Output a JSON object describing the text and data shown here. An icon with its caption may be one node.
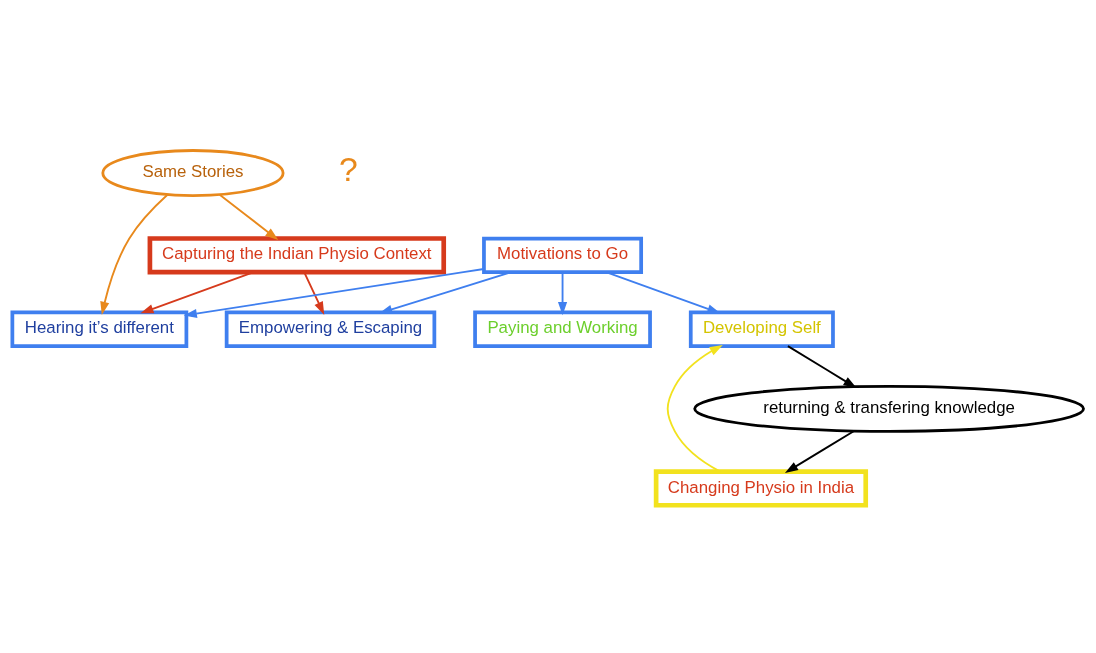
{
  "diagram": {
    "nodes": [
      {
        "text": [
          "Capturing the Indian Physio Context"
        ]
      },
      {
        "text": [
          "Same Stories"
        ]
      },
      {
        "text": [
          "Hearing it’s different"
        ]
      },
      {
        "text": [
          "Paying and Working"
        ]
      },
      {
        "text": [
          "Motivations to Go"
        ]
      },
      {
        "text": [
          "Empowering & Escaping"
        ]
      },
      {
        "text": [
          "Developing Self"
        ]
      },
      {
        "text": [
          "Changing Physio in India"
        ]
      },
      {
        "text": [
          "returning & transfering knowledge"
        ]
      }
    ],
    "edges": [
      {
        "from": 1,
        "to": 0,
        "arrow": "to",
        "color": "#e8891c"
      },
      {
        "from": 1,
        "to": 2,
        "arrow": "to",
        "color": "#e8891c"
      },
      {
        "from": 0,
        "to": 2,
        "arrow": "to",
        "color": "#d63a1c"
      },
      {
        "from": 0,
        "to": 5,
        "arrow": "to",
        "color": "#d63a1c"
      },
      {
        "from": 4,
        "to": 2,
        "arrow": "to",
        "color": "#3f7fef"
      },
      {
        "from": 4,
        "to": 3,
        "arrow": "to",
        "color": "#3f7fef"
      },
      {
        "from": 4,
        "to": 5,
        "arrow": "to",
        "color": "#3f7fef"
      },
      {
        "from": 4,
        "to": 6,
        "arrow": "to",
        "color": "#3f7fef"
      },
      {
        "from": 7,
        "to": 6,
        "arrow": "to",
        "color": "#f2e21e"
      },
      {
        "from": 6,
        "to": 8,
        "arrow": "to",
        "color": "#000000"
      },
      {
        "from": 8,
        "to": 7,
        "arrow": "to",
        "color": "#000000"
      }
    ],
    "labels": [
      "?"
    ]
  }
}
